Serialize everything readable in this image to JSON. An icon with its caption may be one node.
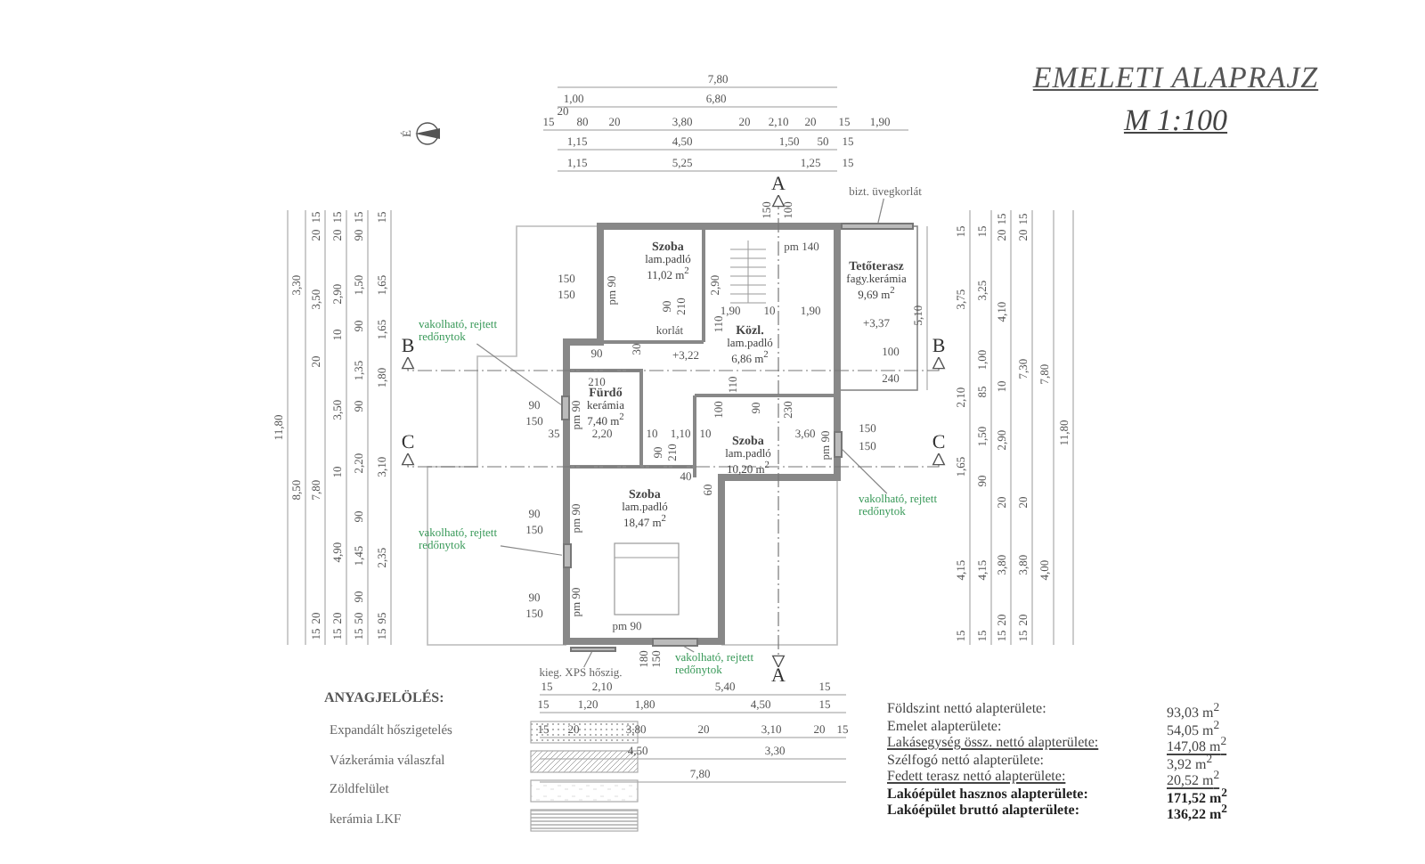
{
  "diagram": {
    "title": "EMELETI ALAPRAJZ",
    "nodes": [
      {
        "text": [
          "Szoba",
          "lam.padló",
          "11,02 m$^{2}$"
        ]
      },
      {
        "text": [
          "Közl.",
          "lam.padló",
          "6,86 m$^{2}$"
        ]
      },
      {
        "text": [
          "Tetőterasz",
          "fagy.kerámia",
          "9,69 m$^{2}$"
        ]
      },
      {
        "text": [
          "Fürdő",
          "kerámia",
          "7,40 m$^{2}$"
        ]
      },
      {
        "text": [
          "Szoba",
          "lam.padló",
          "10,20 m$^{2}$"
        ]
      },
      {
        "text": [
          "Szoba",
          "lam.padló",
          "18,47 m$^{2}$"
        ]
      },
      {
        "text": [
          "vakolható, rejtett redőnytok"
        ]
      },
      {
        "text": [
          "vakolható, rejtett redőnytok"
        ]
      },
      {
        "text": [
          "vakolható, rejtett redőnytok"
        ]
      },
      {
        "text": [
          "vakolható, rejtett redőnytok"
        ]
      },
      {
        "text": [
          "bizt. üvegkorlát"
        ]
      },
      {
        "text": [
          "kieg. XPS hőszig."
        ]
      },
      {
        "text": [],
        "shape": "bar"
      },
      {
        "text": [],
        "shape": "bar"
      },
      {
        "text": [],
        "shape": "bar"
      },
      {
        "text": [],
        "shape": "bar"
      },
      {
        "text": [],
        "shape": "bar"
      },
      {
        "text": [],
        "shape": "bar"
      },
      {
        "text": [
          "B"
        ]
      },
      {
        "text": [
          "B"
        ]
      },
      {
        "text": [
          "C"
        ]
      },
      {
        "text": [
          "C"
        ]
      },
      {
        "text": [
          "A"
        ]
      },
      {
        "text": [
          "A"
        ]
      }
    ],
    "edges": [
      {
        "from": 6,
        "to": 12,
        "arrow": "none"
      },
      {
        "from": 7,
        "to": 13,
        "arrow": "none"
      },
      {
        "from": 8,
        "to": 14,
        "arrow": "none"
      },
      {
        "from": 9,
        "to": 15,
        "arrow": "none"
      },
      {
        "from": 10,
        "to": 16,
        "arrow": "none"
      },
      {
        "from": 11,
        "to": 17,
        "arrow": "none"
      },
      {
        "from": 18,
        "to": 19,
        "arrow": "both",
        "style": "dashed"
      },
      {
        "from": 20,
        "to": 21,
        "arrow": "both",
        "style": "dashed"
      },
      {
        "from": 22,
        "to": 23,
        "arrow": "both",
        "style": "dashed"
      }
    ],
    "labels": [
      "7,80",
      "1,00",
      "20",
      "6,80",
      "15",
      "80",
      "20",
      "3,80",
      "20",
      "2,10",
      "20",
      "15",
      "1,90",
      "1,15",
      "4,50",
      "1,50",
      "50",
      "15",
      "1,15",
      "5,25",
      "1,25",
      "15",
      "11,80",
      "3,30",
      "8,50",
      "15",
      "20",
      "3,50",
      "20",
      "7,80",
      "20",
      "15",
      "15",
      "20",
      "2,90",
      "10",
      "3,50",
      "10",
      "4,90",
      "20",
      "15",
      "15",
      "90",
      "1,50",
      "90",
      "1,35",
      "90",
      "2,20",
      "90",
      "1,45",
      "90",
      "50",
      "15",
      "15",
      "1,65",
      "1,65",
      "1,80",
      "3,10",
      "2,35",
      "95",
      "15",
      "5,10",
      "15",
      "3,75",
      "2,10",
      "1,65",
      "4,15",
      "15",
      "15",
      "3,25",
      "1,00",
      "85",
      "1,50",
      "90",
      "4,15",
      "15",
      "15",
      "20",
      "4,10",
      "10",
      "2,90",
      "20",
      "3,80",
      "20",
      "15",
      "15",
      "20",
      "7,30",
      "20",
      "3,80",
      "20",
      "15",
      "7,80",
      "4,00",
      "11,80",
      "15",
      "2,10",
      "5,40",
      "15",
      "15",
      "1,20",
      "1,80",
      "4,50",
      "15",
      "15",
      "20",
      "3,80",
      "20",
      "3,10",
      "20",
      "15",
      "4,50",
      "3,30",
      "7,80",
      "pm 140",
      "150",
      "150",
      "pm 90",
      "2,90",
      "90",
      "210",
      "1,90",
      "10",
      "1,90",
      "korlát",
      "110",
      "+3,37",
      "+3,22",
      "30",
      "90",
      "210",
      "100",
      "240",
      "110",
      "100",
      "90",
      "230",
      "90",
      "150",
      "pm 90",
      "35",
      "2,20",
      "10",
      "1,10",
      "10",
      "3,60",
      "pm 90",
      "150",
      "150",
      "90",
      "210",
      "40",
      "60",
      "90",
      "150",
      "pm 90",
      "90",
      "150",
      "pm 90",
      "pm 90",
      "É",
      "150",
      "100",
      "180",
      "150",
      "M 1:100",
      "ANYAGJELÖLÉS:",
      "Földszint nettó alapterülete:",
      "93,03 m$^{2}$",
      "Emelet alapterülete:",
      "54,05 m$^{2}$",
      "Lakásegység össz. nettó alapterülete:",
      "147,08 m$^{2}$",
      "Szélfogó nettó alapterülete:",
      "3,92 m$^{2}$",
      "Fedett terasz nettó alapterülete:",
      "20,52 m$^{2}$",
      "Lakóépület hasznos alapterülete:",
      "171,52 m$^{2}$",
      "Lakóépület bruttó alapterülete:",
      "136,22 m$^{2}$"
    ],
    "legend": [
      {
        "text": "Expandált hőszigetelés"
      },
      {
        "text": "Vázkerámia válaszfal"
      },
      {
        "text": "Zöldfelület"
      },
      {
        "text": "kerámia LKF"
      }
    ]
  }
}
